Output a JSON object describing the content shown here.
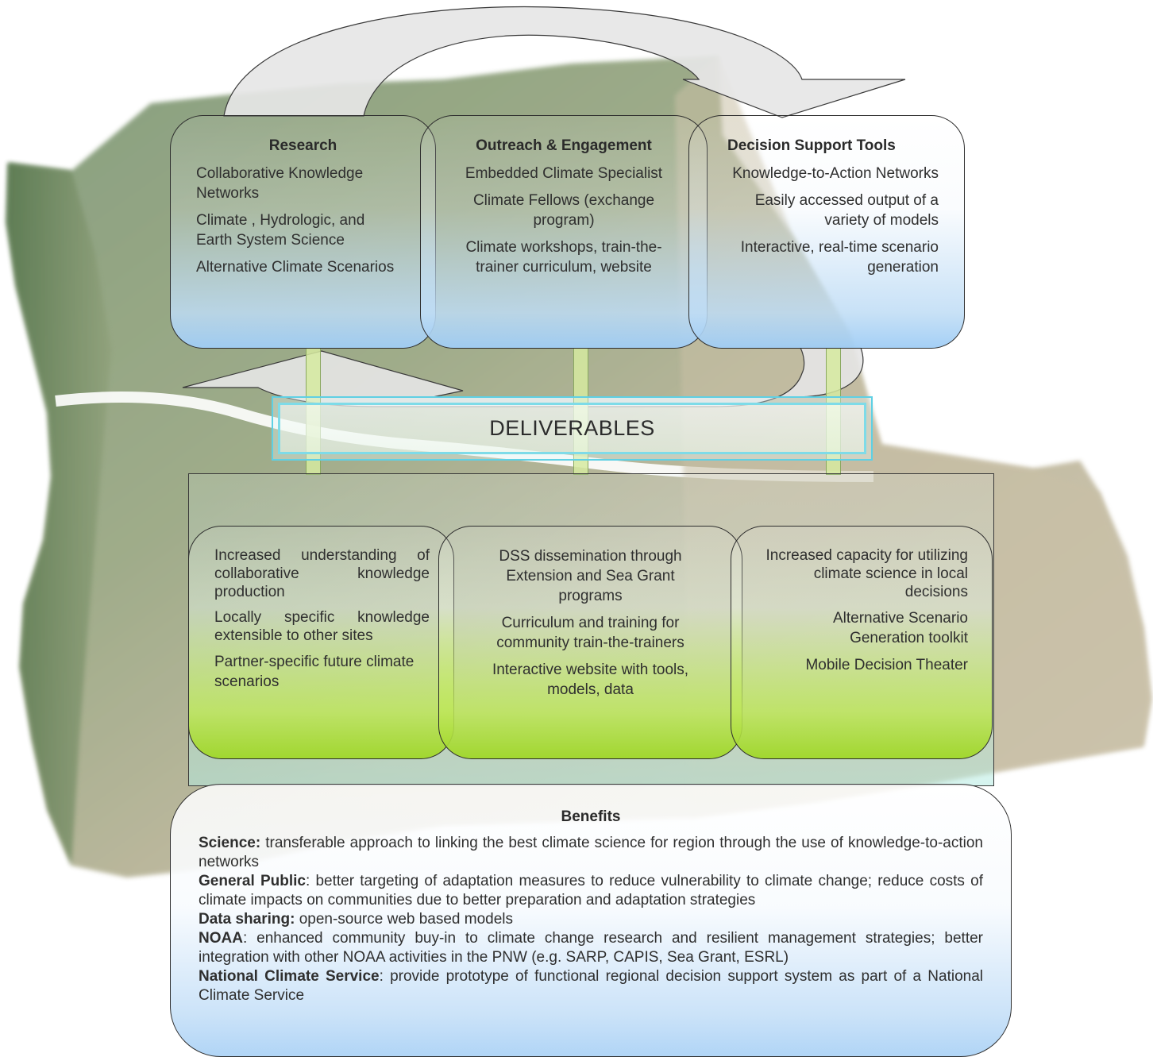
{
  "top_row": {
    "research": {
      "title": "Research",
      "lines": [
        "Collaborative Knowledge Networks",
        "Climate , Hydrologic, and Earth System Science",
        "Alternative Climate Scenarios"
      ]
    },
    "outreach": {
      "title": "Outreach & Engagement",
      "lines": [
        "Embedded Climate Specialist",
        "Climate Fellows (exchange program)",
        "Climate workshops, train-the-trainer curriculum, website"
      ]
    },
    "decision": {
      "title": "Decision Support Tools",
      "lines": [
        "Knowledge-to-Action Networks",
        "Easily accessed output of a variety of models",
        "Interactive, real-time scenario generation"
      ]
    }
  },
  "deliverables_label": "DELIVERABLES",
  "deliverables": {
    "left": [
      "Increased understanding of collaborative knowledge production",
      "Locally specific knowledge extensible to other sites",
      "Partner-specific future climate scenarios"
    ],
    "middle": [
      "DSS dissemination through Extension and Sea Grant programs",
      "Curriculum and  training for community train-the-trainers",
      "Interactive website with tools, models, data"
    ],
    "right": [
      "Increased capacity for utilizing climate science in local decisions",
      "Alternative Scenario Generation toolkit",
      "Mobile Decision Theater"
    ]
  },
  "benefits": {
    "title": "Benefits",
    "items": [
      {
        "label": "Science:",
        "text": " transferable approach to linking the best climate science for region through the use of knowledge-to-action networks"
      },
      {
        "label": "General Public",
        "text": ": better targeting of adaptation measures to reduce vulnerability to climate change; reduce costs of climate impacts on communities due to better preparation and adaptation strategies"
      },
      {
        "label": "Data sharing:",
        "text": " open-source web based models"
      },
      {
        "label": "NOAA",
        "text": ": enhanced community buy-in to climate change research and resilient management strategies; better integration with other NOAA activities in the PNW (e.g. SARP, CAPIS, Sea Grant, ESRL)"
      },
      {
        "label": "National Climate Service",
        "text": ": provide prototype of functional regional decision support system as part of a National Climate Service"
      }
    ]
  },
  "colors": {
    "connector_green": "#d6eaa0",
    "deliverables_border": "#5fd0e4",
    "box_border": "#2e2e2e"
  }
}
